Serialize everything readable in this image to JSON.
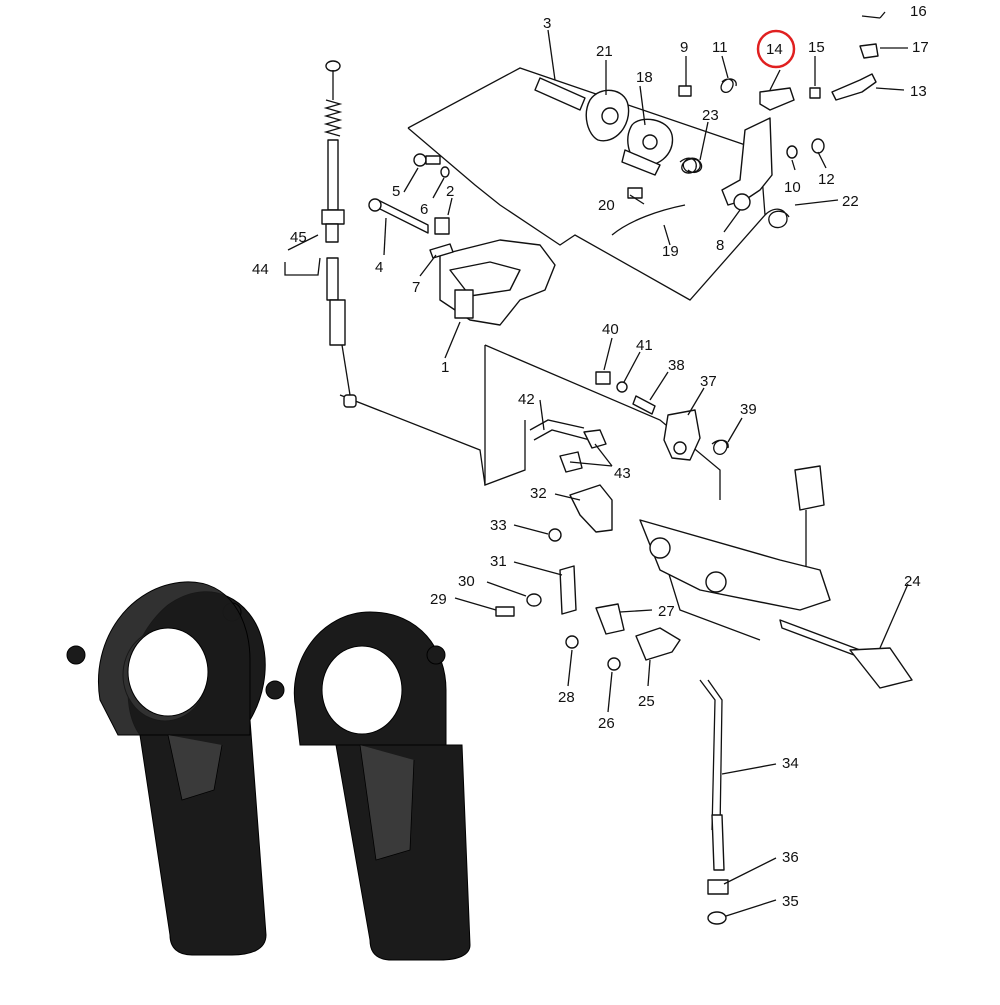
{
  "diagram": {
    "highlighted_callout": "14",
    "highlight_color": "#e02020",
    "callouts": [
      "1",
      "2",
      "3",
      "4",
      "5",
      "6",
      "7",
      "8",
      "9",
      "10",
      "11",
      "12",
      "13",
      "14",
      "15",
      "16",
      "17",
      "19",
      "20",
      "21",
      "22",
      "23",
      "24",
      "25",
      "26",
      "27",
      "28",
      "29",
      "30",
      "31",
      "32",
      "33",
      "34",
      "35",
      "36",
      "37",
      "38",
      "39",
      "40",
      "41",
      "42",
      "43",
      "44",
      "45",
      "18"
    ]
  },
  "product_photo": {
    "description_icon": "linkage-ball-socket-photo",
    "part_color": "#1e1e1e",
    "quantity_shown": 2
  }
}
